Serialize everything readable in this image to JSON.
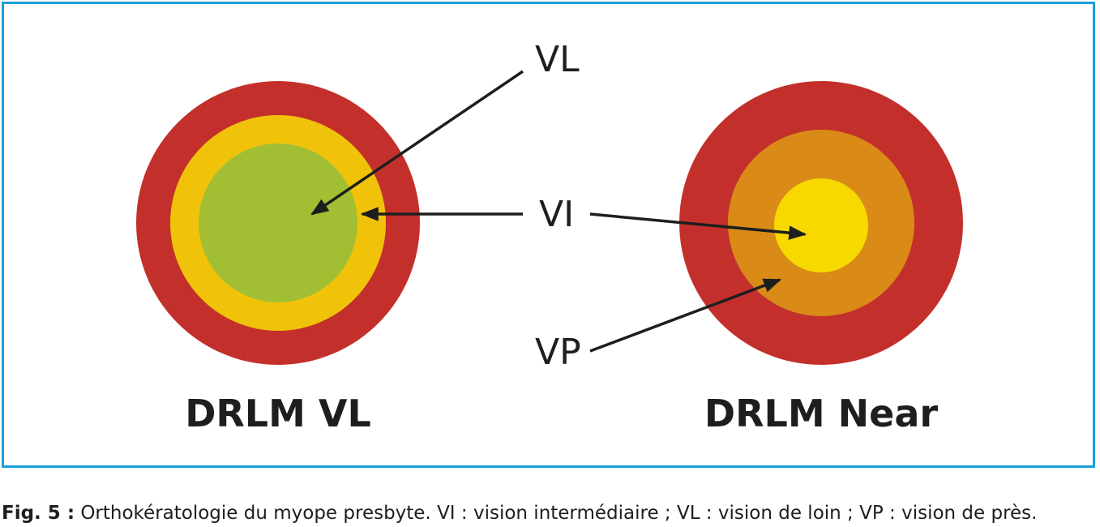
{
  "labels": {
    "vl": "VL",
    "vi": "VI",
    "vp": "VP"
  },
  "lenses": {
    "left_title": "DRLM VL",
    "right_title": "DRLM Near"
  },
  "colors": {
    "frame": "#1a9fdb",
    "red": "#c3302c",
    "yellow": "#f0c30a",
    "green": "#a2bf33",
    "orange": "#d98a17",
    "bright_yellow": "#f7d900"
  },
  "caption": {
    "fig_label": "Fig. 5 :",
    "text": " Orthokératologie du myope presbyte. VI : vision intermédiaire ; VL : vision de loin ; VP : vision de près."
  }
}
